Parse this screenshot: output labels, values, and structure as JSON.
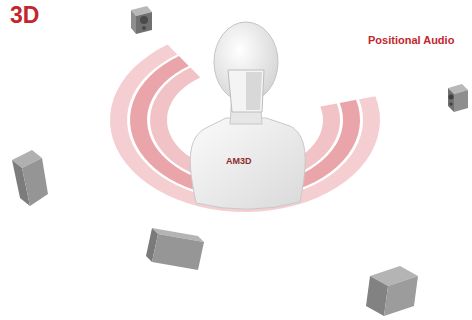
{
  "diagram": {
    "title": "3D",
    "labels": [
      "Positional Audio",
      "AM3D"
    ]
  }
}
